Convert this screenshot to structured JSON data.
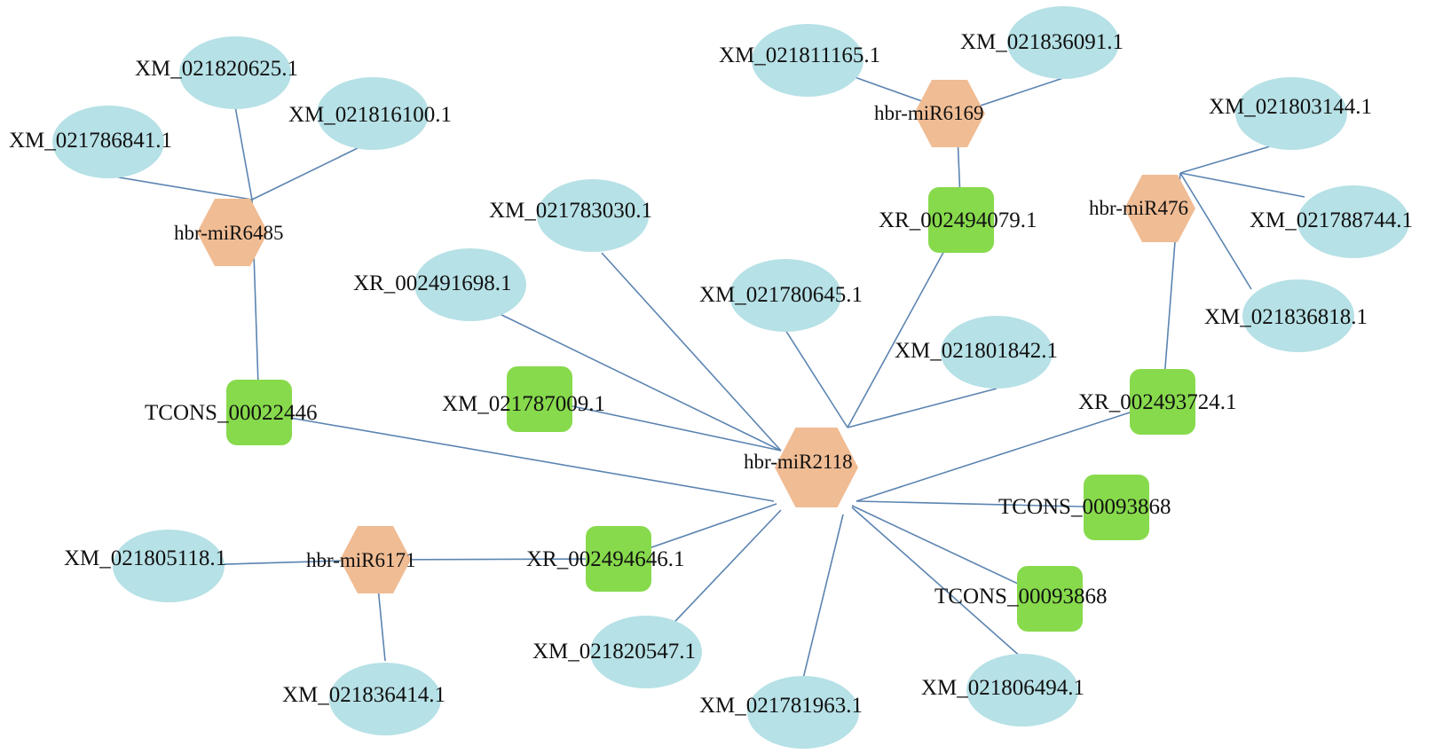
{
  "colors": {
    "edge": "#5b84b1",
    "ellipse": "#b6e1e6",
    "square": "#87da4c",
    "hexagon": "#f0bc94"
  },
  "nodes": [
    {
      "id": "XM_021820625.1",
      "label": "XM_021820625.1",
      "shape": "ellipse"
    },
    {
      "id": "XM_021786841.1",
      "label": "XM_021786841.1",
      "shape": "ellipse"
    },
    {
      "id": "XM_021816100.1",
      "label": "XM_021816100.1",
      "shape": "ellipse"
    },
    {
      "id": "hbr-miR6485",
      "label": "hbr-miR6485",
      "shape": "hexagon"
    },
    {
      "id": "TCONS_00022446",
      "label": "TCONS_00022446",
      "shape": "square"
    },
    {
      "id": "XM_021811165.1",
      "label": "XM_021811165.1",
      "shape": "ellipse"
    },
    {
      "id": "XM_021836091.1",
      "label": "XM_021836091.1",
      "shape": "ellipse"
    },
    {
      "id": "hbr-miR6169",
      "label": "hbr-miR6169",
      "shape": "hexagon"
    },
    {
      "id": "XR_002494079.1",
      "label": "XR_002494079.1",
      "shape": "square"
    },
    {
      "id": "XM_021803144.1",
      "label": "XM_021803144.1",
      "shape": "ellipse"
    },
    {
      "id": "hbr-miR476",
      "label": "hbr-miR476",
      "shape": "hexagon"
    },
    {
      "id": "XM_021788744.1",
      "label": "XM_021788744.1",
      "shape": "ellipse"
    },
    {
      "id": "XM_021836818.1",
      "label": "XM_021836818.1",
      "shape": "ellipse"
    },
    {
      "id": "XR_002493724.1",
      "label": "XR_002493724.1",
      "shape": "square"
    },
    {
      "id": "XM_021783030.1",
      "label": "XM_021783030.1",
      "shape": "ellipse"
    },
    {
      "id": "XR_002491698.1",
      "label": "XR_002491698.1",
      "shape": "ellipse"
    },
    {
      "id": "XM_021780645.1",
      "label": "XM_021780645.1",
      "shape": "ellipse"
    },
    {
      "id": "XM_021801842.1",
      "label": "XM_021801842.1",
      "shape": "ellipse"
    },
    {
      "id": "XM_021787009.1",
      "label": "XM_021787009.1",
      "shape": "square"
    },
    {
      "id": "hbr-miR2118",
      "label": "hbr-miR2118",
      "shape": "hexagon"
    },
    {
      "id": "TCONS_00093868_a",
      "label": "TCONS_00093868",
      "shape": "square"
    },
    {
      "id": "TCONS_00093868_b",
      "label": "TCONS_00093868",
      "shape": "square"
    },
    {
      "id": "XM_021805118.1",
      "label": "XM_021805118.1",
      "shape": "ellipse"
    },
    {
      "id": "hbr-miR6171",
      "label": "hbr-miR6171",
      "shape": "hexagon"
    },
    {
      "id": "XR_002494646.1",
      "label": "XR_002494646.1",
      "shape": "square"
    },
    {
      "id": "XM_021836414.1",
      "label": "XM_021836414.1",
      "shape": "ellipse"
    },
    {
      "id": "XM_021820547.1",
      "label": "XM_021820547.1",
      "shape": "ellipse"
    },
    {
      "id": "XM_021781963.1",
      "label": "XM_021781963.1",
      "shape": "ellipse"
    },
    {
      "id": "XM_021806494.1",
      "label": "XM_021806494.1",
      "shape": "ellipse"
    }
  ],
  "edges": [
    [
      "hbr-miR6485",
      "XM_021820625.1"
    ],
    [
      "hbr-miR6485",
      "XM_021786841.1"
    ],
    [
      "hbr-miR6485",
      "XM_021816100.1"
    ],
    [
      "hbr-miR6485",
      "TCONS_00022446"
    ],
    [
      "hbr-miR6169",
      "XM_021811165.1"
    ],
    [
      "hbr-miR6169",
      "XM_021836091.1"
    ],
    [
      "hbr-miR6169",
      "XR_002494079.1"
    ],
    [
      "hbr-miR476",
      "XM_021803144.1"
    ],
    [
      "hbr-miR476",
      "XM_021788744.1"
    ],
    [
      "hbr-miR476",
      "XM_021836818.1"
    ],
    [
      "hbr-miR476",
      "XR_002493724.1"
    ],
    [
      "hbr-miR6171",
      "XM_021805118.1"
    ],
    [
      "hbr-miR6171",
      "XR_002494646.1"
    ],
    [
      "hbr-miR6171",
      "XM_021836414.1"
    ],
    [
      "hbr-miR2118",
      "TCONS_00022446"
    ],
    [
      "hbr-miR2118",
      "XR_002494079.1"
    ],
    [
      "hbr-miR2118",
      "XR_002493724.1"
    ],
    [
      "hbr-miR2118",
      "XM_021783030.1"
    ],
    [
      "hbr-miR2118",
      "XR_002491698.1"
    ],
    [
      "hbr-miR2118",
      "XM_021780645.1"
    ],
    [
      "hbr-miR2118",
      "XM_021801842.1"
    ],
    [
      "hbr-miR2118",
      "XM_021787009.1"
    ],
    [
      "hbr-miR2118",
      "TCONS_00093868_a"
    ],
    [
      "hbr-miR2118",
      "TCONS_00093868_b"
    ],
    [
      "hbr-miR2118",
      "XR_002494646.1"
    ],
    [
      "hbr-miR2118",
      "XM_021820547.1"
    ],
    [
      "hbr-miR2118",
      "XM_021781963.1"
    ],
    [
      "hbr-miR2118",
      "XM_021806494.1"
    ]
  ]
}
